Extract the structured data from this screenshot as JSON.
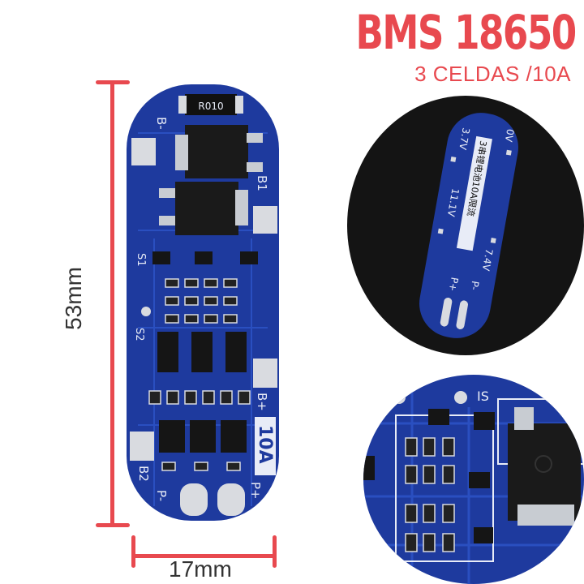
{
  "header": {
    "title": "BMS 18650",
    "subtitle": "3 CELDAS /10A"
  },
  "dimensions": {
    "height_label": "53mm",
    "width_label": "17mm"
  },
  "board": {
    "resistor_label": "R010",
    "b_minus": "B-",
    "b1": "B1",
    "s1": "S1",
    "s2": "S2",
    "b_plus": "B+",
    "current_badge": "10A",
    "b2": "B2",
    "p_minus": "P-",
    "p_plus": "P+"
  },
  "back_view": {
    "v37": "3.7V",
    "v00": "0V",
    "v111": "11.1V",
    "v74": "7.4V",
    "label_zh": "3串锂电池10A限流",
    "p_plus": "P+",
    "p_minus": "P-"
  },
  "zoom_view": {
    "is_label": "IS"
  },
  "colors": {
    "accent": "#e8494f",
    "pcb_blue": "#1e3a9e",
    "pcb_dark": "#142a7a",
    "trace": "#2a4fc0",
    "silk": "#e8ecf7",
    "pad": "#d9dbe0",
    "circle_bg": "#141414"
  }
}
